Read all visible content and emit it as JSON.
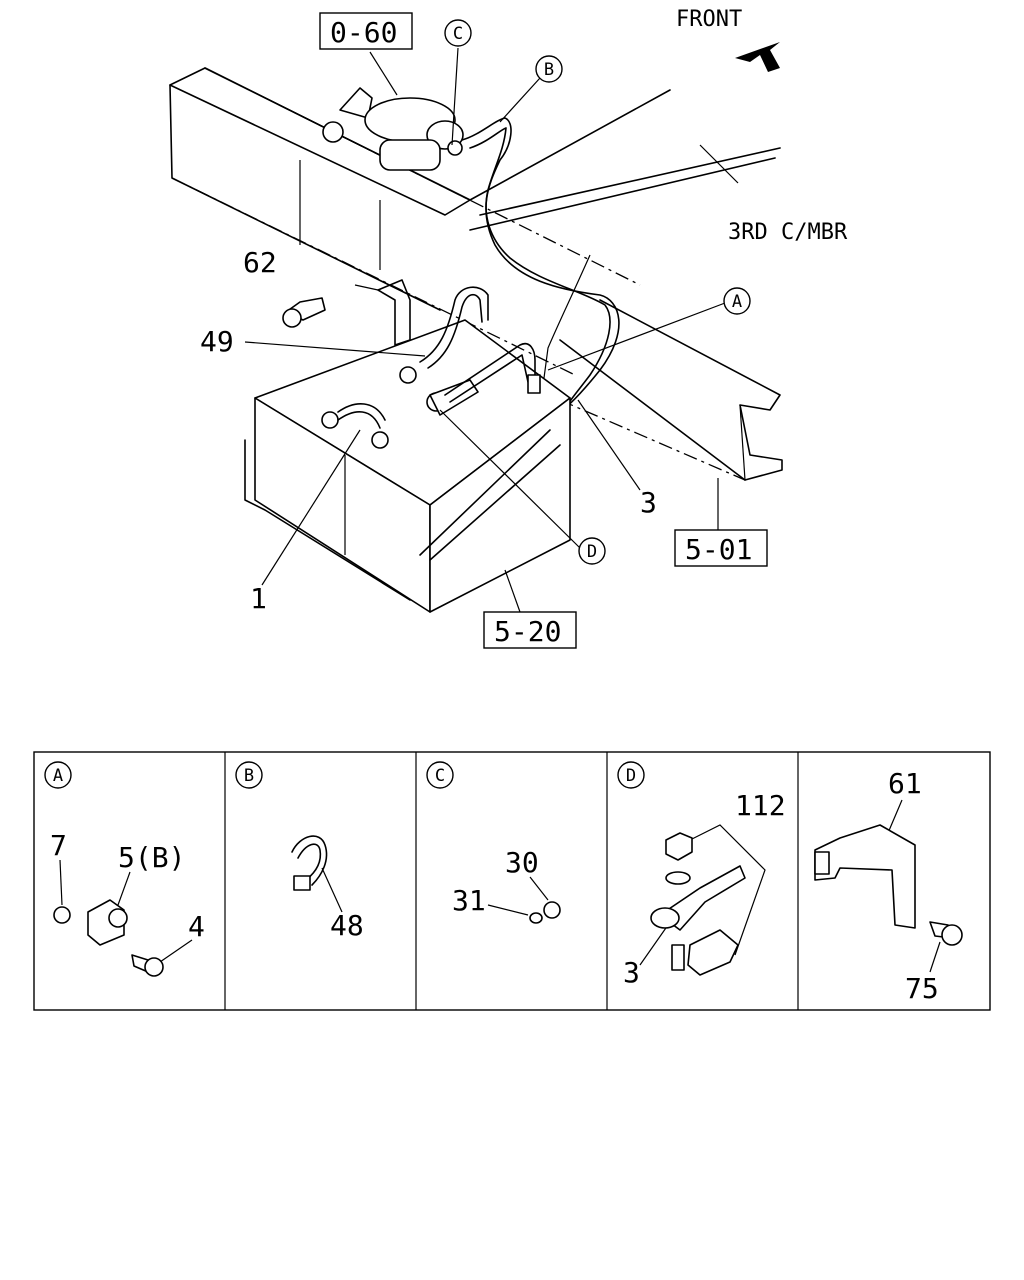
{
  "main": {
    "front_label": "FRONT",
    "crossmember_label": "3RD C/MBR",
    "ref_boxes": [
      "0-60",
      "5-01",
      "5-20"
    ],
    "callouts": [
      "A",
      "B",
      "C",
      "D"
    ],
    "part_labels": [
      "62",
      "49",
      "1",
      "3"
    ]
  },
  "details": {
    "panels": [
      {
        "id": "A",
        "labels": [
          "7",
          "5(B)",
          "4"
        ]
      },
      {
        "id": "B",
        "labels": [
          "48"
        ]
      },
      {
        "id": "C",
        "labels": [
          "30",
          "31"
        ]
      },
      {
        "id": "D",
        "labels": [
          "112",
          "3"
        ]
      },
      {
        "id": "",
        "labels": [
          "61",
          "75"
        ]
      }
    ]
  }
}
